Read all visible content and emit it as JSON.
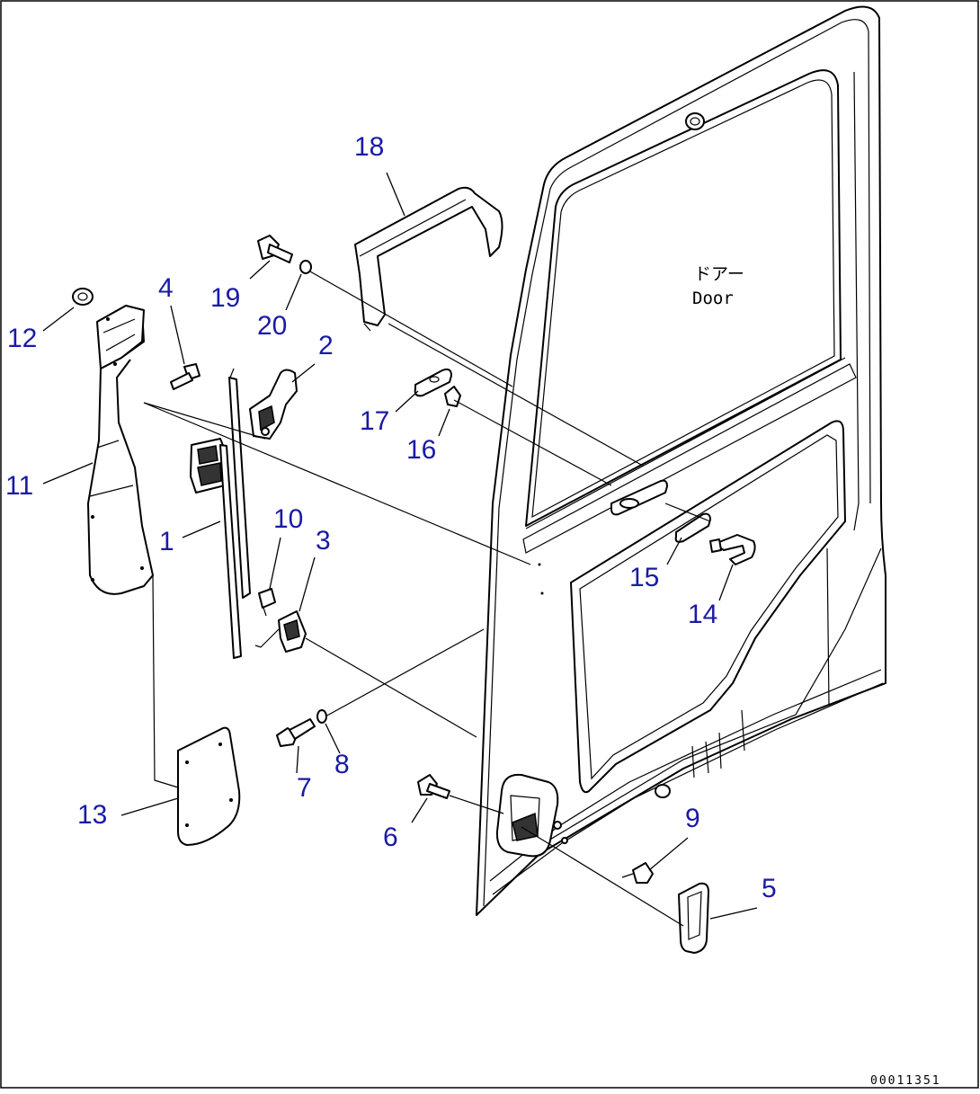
{
  "diagram": {
    "door_label_jp": "ドアー",
    "door_label_en": "Door",
    "reference_code": "00011351",
    "callouts": [
      {
        "id": "callout-1",
        "text": "1"
      },
      {
        "id": "callout-2",
        "text": "2"
      },
      {
        "id": "callout-3",
        "text": "3"
      },
      {
        "id": "callout-4",
        "text": "4"
      },
      {
        "id": "callout-5",
        "text": "5"
      },
      {
        "id": "callout-6",
        "text": "6"
      },
      {
        "id": "callout-7",
        "text": "7"
      },
      {
        "id": "callout-8",
        "text": "8"
      },
      {
        "id": "callout-9",
        "text": "9"
      },
      {
        "id": "callout-10",
        "text": "10"
      },
      {
        "id": "callout-11",
        "text": "11"
      },
      {
        "id": "callout-12",
        "text": "12"
      },
      {
        "id": "callout-13",
        "text": "13"
      },
      {
        "id": "callout-14",
        "text": "14"
      },
      {
        "id": "callout-15",
        "text": "15"
      },
      {
        "id": "callout-16",
        "text": "16"
      },
      {
        "id": "callout-17",
        "text": "17"
      },
      {
        "id": "callout-18",
        "text": "18"
      },
      {
        "id": "callout-19",
        "text": "19"
      },
      {
        "id": "callout-20",
        "text": "20"
      }
    ],
    "colors": {
      "callout": "#1a1aa6",
      "line": "#000000",
      "background": "#ffffff"
    }
  }
}
